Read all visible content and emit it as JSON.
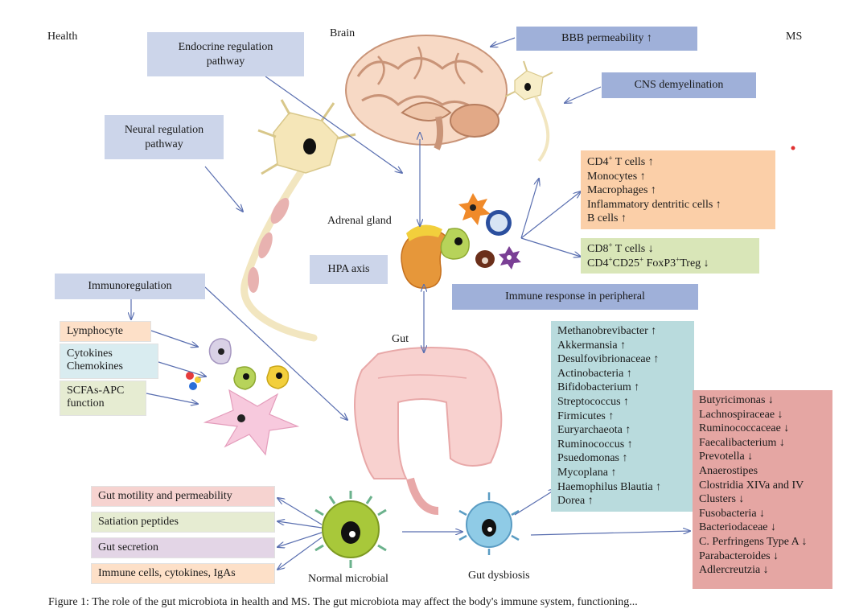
{
  "colors": {
    "pathway_box": "#ccd5ea",
    "ms_box": "#9fb0d9",
    "increase_box": "#fbcfa8",
    "decrease_box": "#d9e6b8",
    "gut_up_box": "#b9dbdd",
    "gut_down_box": "#e5a6a3",
    "arrow": "#5a6fb0"
  },
  "icons": [
    "brain-illustration",
    "neuron-icon",
    "adrenal-gland-icon",
    "gut-illustration",
    "immune-cell-icon",
    "microbe-icon",
    "dendritic-cell-icon"
  ],
  "labels": {
    "health": "Health",
    "brain": "Brain",
    "ms": "MS",
    "adrenal": "Adrenal gland",
    "gut": "Gut",
    "normal_microbial": "Normal microbial",
    "gut_dysbiosis": "Gut dysbiosis"
  },
  "boxes": {
    "endocrine": "Endocrine regulation pathway",
    "neural": "Neural regulation pathway",
    "bbb": "BBB permeability ↑",
    "cns": "CNS demyelination",
    "hpa": "HPA axis",
    "immune_peripheral": "Immune response in peripheral",
    "immunoregulation": "Immunoregulation"
  },
  "immuno_items": [
    "Lymphocyte",
    "Cytokines Chemokines",
    "SCFAs-APC function"
  ],
  "immune_up": [
    {
      "base": "CD4",
      "sup": "+",
      "rest": " T cells ↑"
    },
    {
      "base": "Monocytes ↑",
      "sup": "",
      "rest": ""
    },
    {
      "base": "Macrophages ↑",
      "sup": "",
      "rest": ""
    },
    {
      "base": "Inflammatory dentritic cells ↑",
      "sup": "",
      "rest": ""
    },
    {
      "base": "B cells ↑",
      "sup": "",
      "rest": ""
    }
  ],
  "immune_down": [
    {
      "base": "CD8",
      "sup": "+",
      "rest": " T cells ↓"
    },
    {
      "base": "CD4",
      "sup": "+",
      "rest": "CD25",
      "sup2": "+",
      "rest2": " FoxP3",
      "sup3": "+",
      "rest3": "Treg ↓"
    }
  ],
  "gut_up": [
    "Methanobrevibacter ↑",
    "Akkermansia ↑",
    "Desulfovibrionaceae ↑",
    "Actinobacteria ↑",
    "Bifidobacterium ↑",
    "Streptococcus ↑",
    "Firmicutes ↑",
    "Euryarchaeota ↑",
    "Ruminococcus ↑",
    "Psuedomonas ↑",
    "Mycoplana ↑",
    "Haemophilus Blautia ↑",
    "Dorea ↑"
  ],
  "gut_down": [
    "Butyricimonas ↓",
    "Lachnospiraceae ↓",
    "Ruminococcaceae ↓",
    "Faecalibacterium ↓",
    "Prevotella ↓",
    "Anaerostipes",
    "Clostridia XIVa and IV",
    "Clusters ↓",
    "Fusobacteria ↓",
    "Bacteriodaceae ↓",
    "C. Perfringens Type A ↓",
    "Parabacteroides ↓",
    "Adlercreutzia ↓"
  ],
  "microbe_effects": [
    {
      "label": "Gut motility and permeability",
      "color": "#f6d3d0"
    },
    {
      "label": "Satiation peptides",
      "color": "#e6ecd2"
    },
    {
      "label": "Gut secretion",
      "color": "#e3d5e6"
    },
    {
      "label": "Immune cells, cytokines, IgAs",
      "color": "#fde0c8"
    }
  ],
  "caption": "Figure 1: The role of the gut microbiota in health and MS. The gut microbiota may affect the body's immune system, functioning..."
}
